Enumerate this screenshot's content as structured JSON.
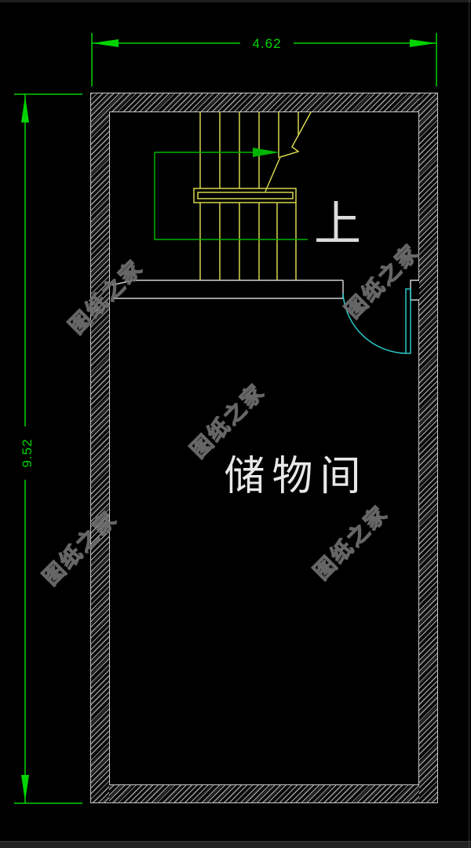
{
  "dimensions": {
    "top_width": "4.62",
    "left_height": "9.52"
  },
  "labels": {
    "room": "储物间",
    "stair_direction": "上"
  },
  "watermark": {
    "text": "图纸之家",
    "count": 5
  },
  "colors": {
    "background": "#000000",
    "dimension_green": "#00d400",
    "stair_yellow": "#d5d54f",
    "path_green": "#00b400",
    "door_cyan": "#2cc7c7",
    "line_white": "#d0d0d0",
    "wall_hatch_gray": "#c6c6c6",
    "watermark_gray": "#6f6f6f"
  }
}
